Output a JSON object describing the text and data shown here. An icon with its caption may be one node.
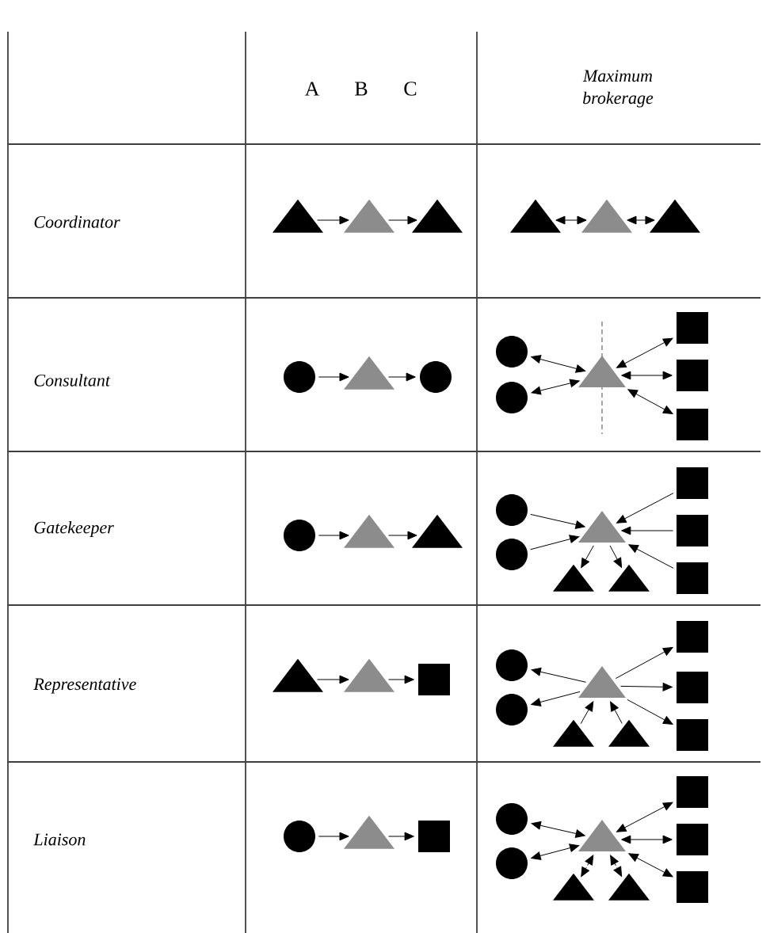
{
  "diagram": {
    "nodes": [
      {
        "text": [],
        "shape": "triangle"
      },
      {
        "text": [],
        "shape": "triangle"
      },
      {
        "text": [],
        "shape": "triangle"
      },
      {
        "text": [],
        "shape": "triangle"
      },
      {
        "text": [],
        "shape": "triangle"
      },
      {
        "text": [],
        "shape": "triangle"
      },
      {
        "text": [],
        "shape": "circle"
      },
      {
        "text": [],
        "shape": "triangle"
      },
      {
        "text": [],
        "shape": "circle"
      },
      {
        "text": [],
        "shape": "circle"
      },
      {
        "text": [],
        "shape": "circle"
      },
      {
        "text": [],
        "shape": "triangle"
      },
      {
        "text": [],
        "shape": "square"
      },
      {
        "text": [],
        "shape": "square"
      },
      {
        "text": [],
        "shape": "square"
      },
      {
        "text": [],
        "shape": "circle"
      },
      {
        "text": [],
        "shape": "triangle"
      },
      {
        "text": [],
        "shape": "triangle"
      },
      {
        "text": [],
        "shape": "circle"
      },
      {
        "text": [],
        "shape": "circle"
      },
      {
        "text": [],
        "shape": "triangle"
      },
      {
        "text": [],
        "shape": "square"
      },
      {
        "text": [],
        "shape": "square"
      },
      {
        "text": [],
        "shape": "square"
      },
      {
        "text": [],
        "shape": "triangle"
      },
      {
        "text": [],
        "shape": "triangle"
      },
      {
        "text": [],
        "shape": "triangle"
      },
      {
        "text": [],
        "shape": "triangle"
      },
      {
        "text": [],
        "shape": "square"
      },
      {
        "text": [],
        "shape": "circle"
      },
      {
        "text": [],
        "shape": "circle"
      },
      {
        "text": [],
        "shape": "triangle"
      },
      {
        "text": [],
        "shape": "square"
      },
      {
        "text": [],
        "shape": "square"
      },
      {
        "text": [],
        "shape": "square"
      },
      {
        "text": [],
        "shape": "triangle"
      },
      {
        "text": [],
        "shape": "triangle"
      },
      {
        "text": [],
        "shape": "circle"
      },
      {
        "text": [],
        "shape": "triangle"
      },
      {
        "text": [],
        "shape": "square"
      },
      {
        "text": [],
        "shape": "circle"
      },
      {
        "text": [],
        "shape": "circle"
      },
      {
        "text": [],
        "shape": "triangle"
      },
      {
        "text": [],
        "shape": "square"
      },
      {
        "text": [],
        "shape": "square"
      },
      {
        "text": [],
        "shape": "square"
      },
      {
        "text": [],
        "shape": "triangle"
      },
      {
        "text": [],
        "shape": "triangle"
      }
    ],
    "edges": [
      {
        "from": 0,
        "to": 1,
        "arrow": "to"
      },
      {
        "from": 1,
        "to": 2,
        "arrow": "to"
      },
      {
        "from": 3,
        "to": 4,
        "arrow": "both"
      },
      {
        "from": 4,
        "to": 5,
        "arrow": "both"
      },
      {
        "from": 6,
        "to": 7,
        "arrow": "to"
      },
      {
        "from": 7,
        "to": 8,
        "arrow": "to"
      },
      {
        "from": 9,
        "to": 11,
        "arrow": "both"
      },
      {
        "from": 10,
        "to": 11,
        "arrow": "both"
      },
      {
        "from": 11,
        "to": 12,
        "arrow": "both"
      },
      {
        "from": 11,
        "to": 13,
        "arrow": "both"
      },
      {
        "from": 11,
        "to": 14,
        "arrow": "both"
      },
      {
        "from": 15,
        "to": 16,
        "arrow": "to"
      },
      {
        "from": 16,
        "to": 17,
        "arrow": "to"
      },
      {
        "from": 18,
        "to": 20,
        "arrow": "to"
      },
      {
        "from": 19,
        "to": 20,
        "arrow": "to"
      },
      {
        "from": 21,
        "to": 20,
        "arrow": "to"
      },
      {
        "from": 22,
        "to": 20,
        "arrow": "to"
      },
      {
        "from": 23,
        "to": 20,
        "arrow": "to"
      },
      {
        "from": 20,
        "to": 24,
        "arrow": "to"
      },
      {
        "from": 20,
        "to": 25,
        "arrow": "to"
      },
      {
        "from": 26,
        "to": 27,
        "arrow": "to"
      },
      {
        "from": 27,
        "to": 28,
        "arrow": "to"
      },
      {
        "from": 31,
        "to": 29,
        "arrow": "to"
      },
      {
        "from": 31,
        "to": 30,
        "arrow": "to"
      },
      {
        "from": 31,
        "to": 32,
        "arrow": "to"
      },
      {
        "from": 31,
        "to": 33,
        "arrow": "to"
      },
      {
        "from": 31,
        "to": 34,
        "arrow": "to"
      },
      {
        "from": 35,
        "to": 31,
        "arrow": "to"
      },
      {
        "from": 36,
        "to": 31,
        "arrow": "to"
      },
      {
        "from": 37,
        "to": 38,
        "arrow": "to"
      },
      {
        "from": 38,
        "to": 39,
        "arrow": "to"
      },
      {
        "from": 40,
        "to": 42,
        "arrow": "both"
      },
      {
        "from": 41,
        "to": 42,
        "arrow": "both"
      },
      {
        "from": 42,
        "to": 43,
        "arrow": "both"
      },
      {
        "from": 42,
        "to": 44,
        "arrow": "both"
      },
      {
        "from": 42,
        "to": 45,
        "arrow": "both"
      },
      {
        "from": 42,
        "to": 46,
        "arrow": "both",
        "style": "dashed"
      },
      {
        "from": 42,
        "to": 47,
        "arrow": "both",
        "style": "dashed"
      }
    ],
    "labels": [
      "A",
      "B",
      "C",
      "Maximum brokerage",
      "Coordinator",
      "Consultant",
      "Gatekeeper",
      "Representative",
      "Liaison"
    ]
  }
}
